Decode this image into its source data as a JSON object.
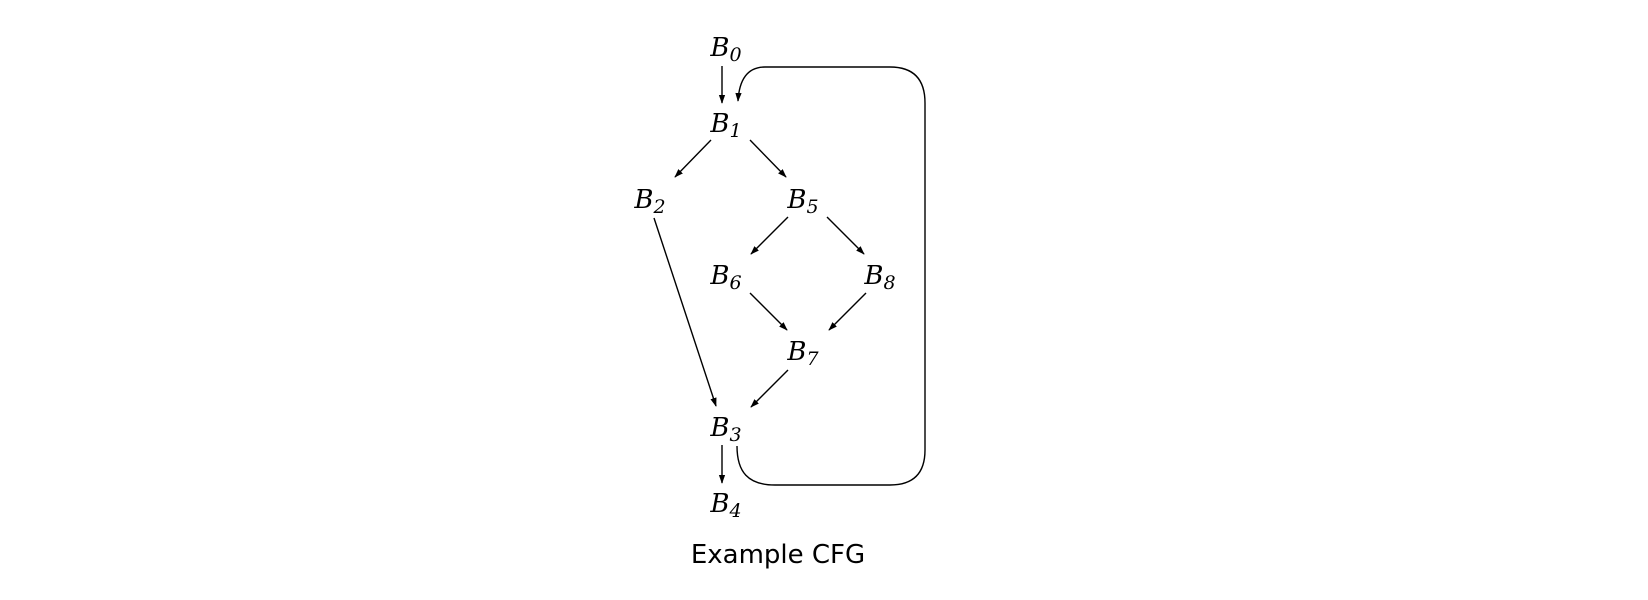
{
  "diagram": {
    "nodes": [
      {
        "id": "B0",
        "base": "B",
        "sub": "0"
      },
      {
        "id": "B1",
        "base": "B",
        "sub": "1"
      },
      {
        "id": "B2",
        "base": "B",
        "sub": "2"
      },
      {
        "id": "B5",
        "base": "B",
        "sub": "5"
      },
      {
        "id": "B6",
        "base": "B",
        "sub": "6"
      },
      {
        "id": "B8",
        "base": "B",
        "sub": "8"
      },
      {
        "id": "B7",
        "base": "B",
        "sub": "7"
      },
      {
        "id": "B3",
        "base": "B",
        "sub": "3"
      },
      {
        "id": "B4",
        "base": "B",
        "sub": "4"
      }
    ],
    "edges": [
      {
        "from": "B0",
        "to": "B1"
      },
      {
        "from": "B1",
        "to": "B2"
      },
      {
        "from": "B1",
        "to": "B5"
      },
      {
        "from": "B5",
        "to": "B6"
      },
      {
        "from": "B5",
        "to": "B8"
      },
      {
        "from": "B6",
        "to": "B7"
      },
      {
        "from": "B8",
        "to": "B7"
      },
      {
        "from": "B7",
        "to": "B3"
      },
      {
        "from": "B2",
        "to": "B3"
      },
      {
        "from": "B3",
        "to": "B4"
      },
      {
        "from": "B3",
        "to": "B1",
        "kind": "back-edge"
      }
    ],
    "caption": "Example CFG"
  }
}
